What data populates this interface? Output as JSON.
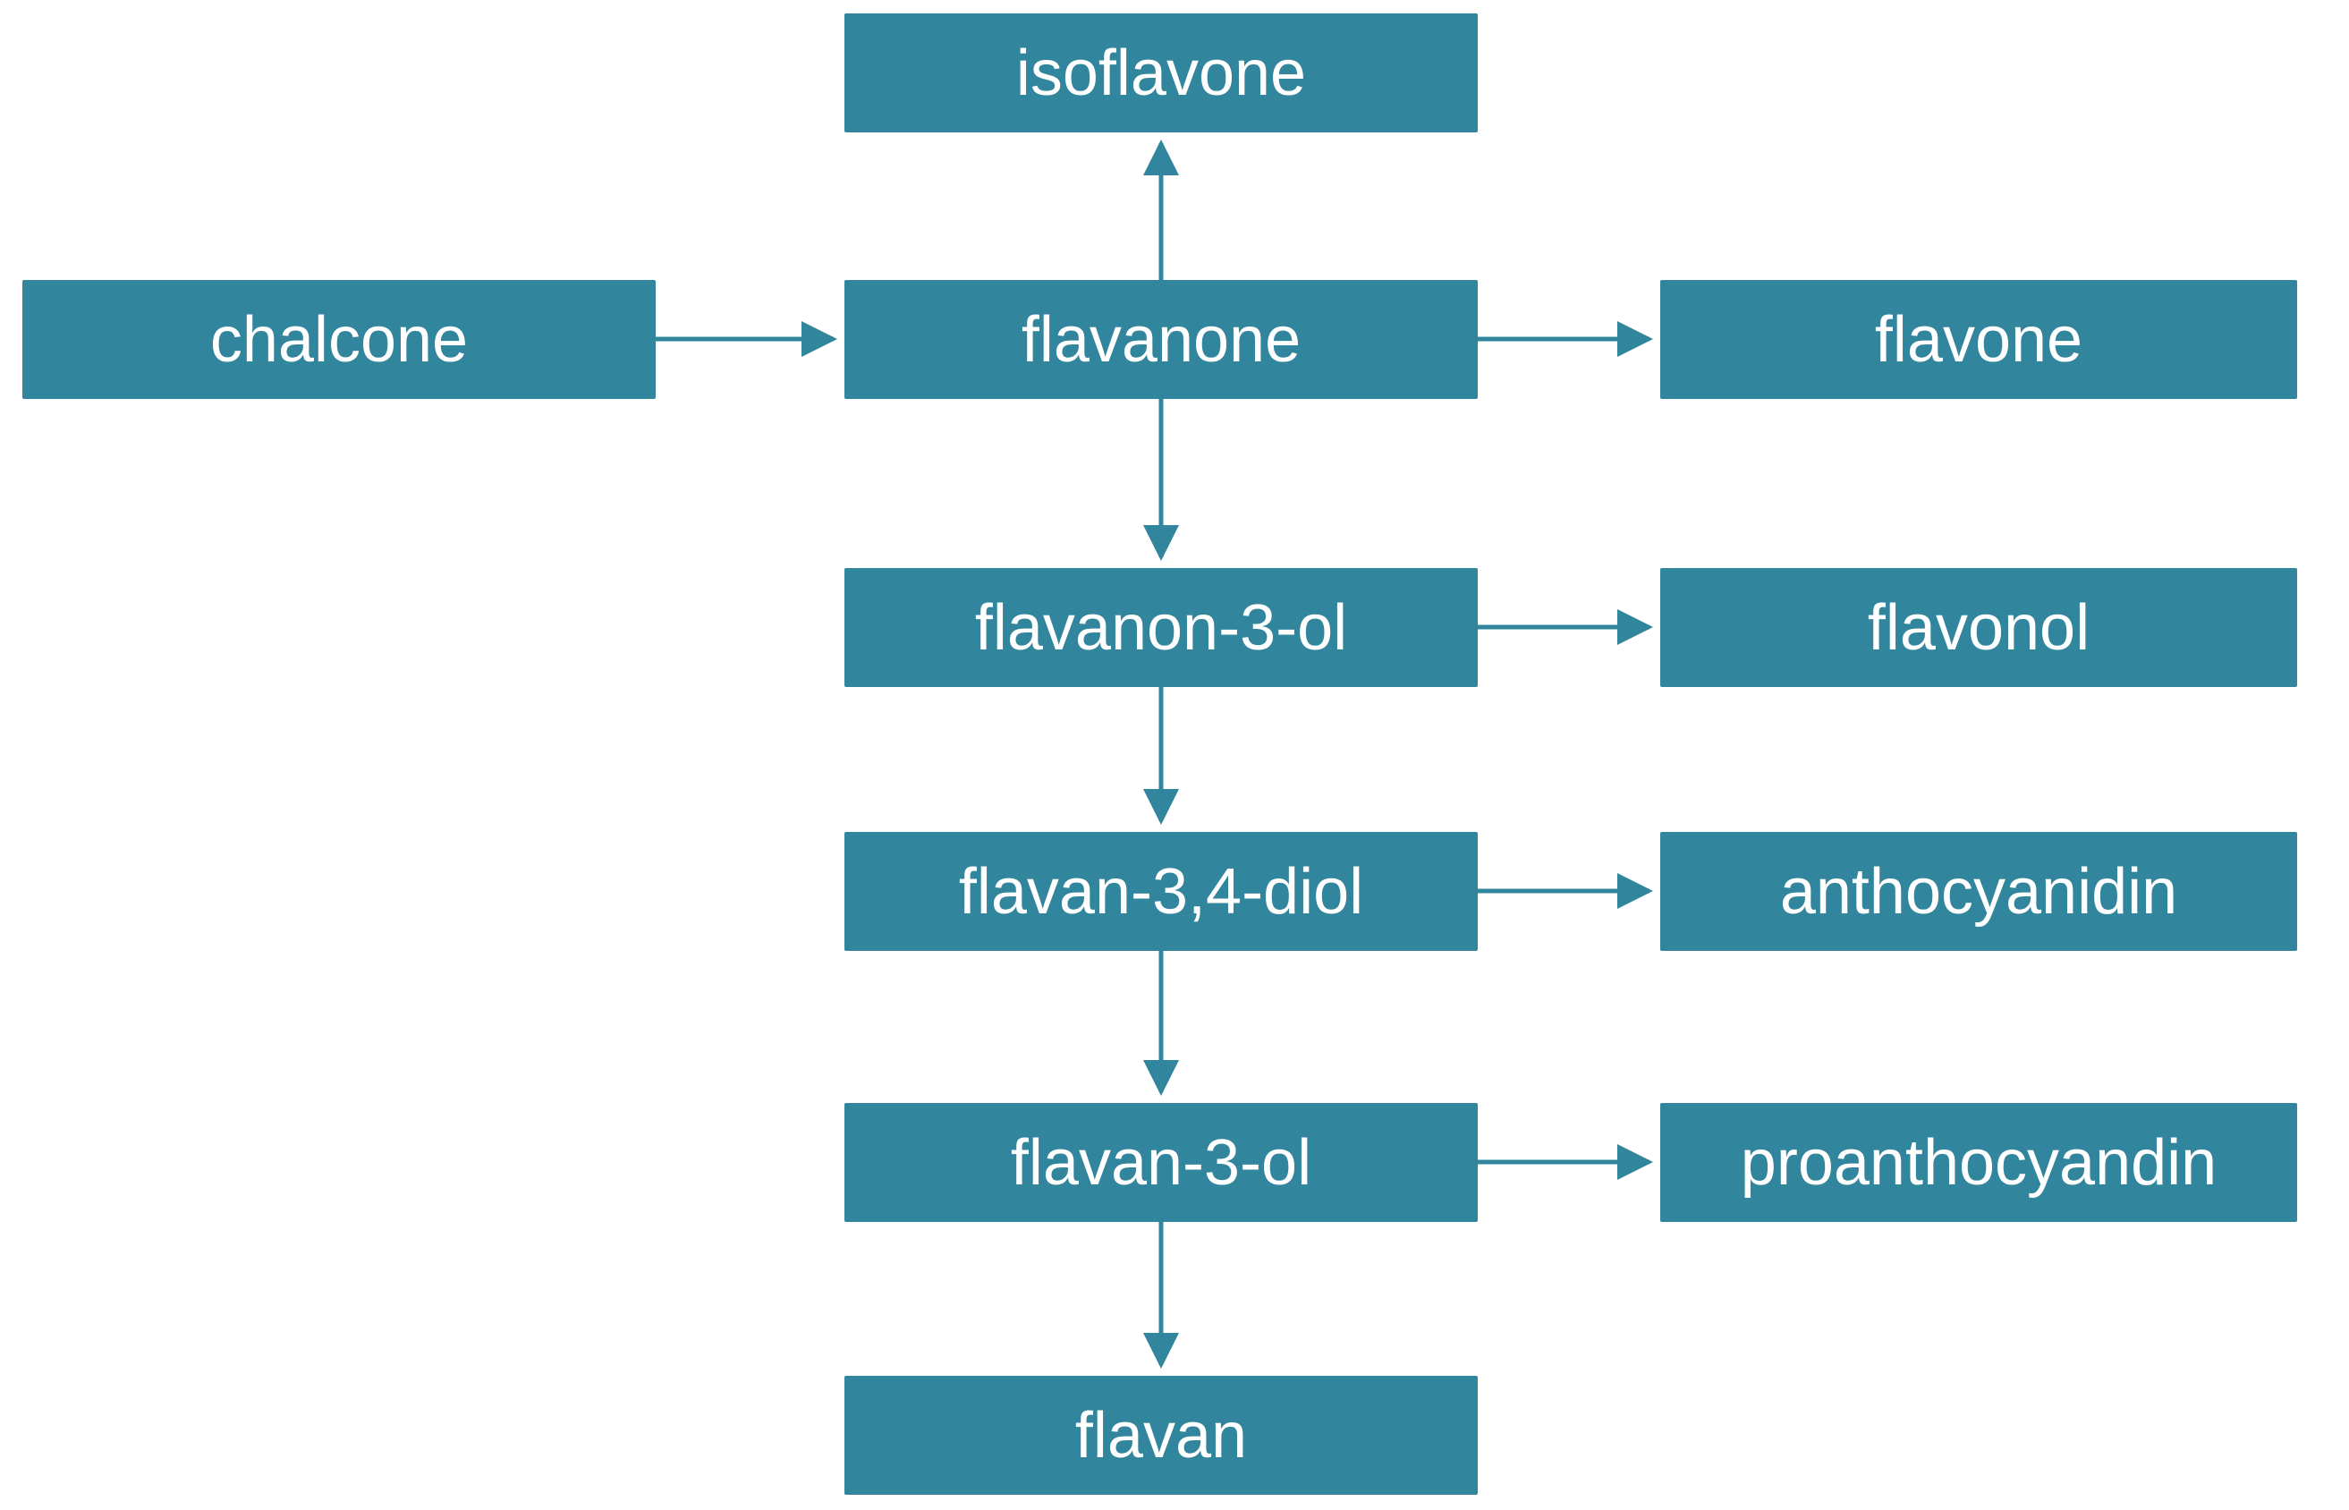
{
  "diagram": {
    "type": "flowchart",
    "nodes": [
      {
        "id": "isoflavone",
        "label": "isoflavone"
      },
      {
        "id": "chalcone",
        "label": "chalcone"
      },
      {
        "id": "flavanone",
        "label": "flavanone"
      },
      {
        "id": "flavone",
        "label": "flavone"
      },
      {
        "id": "flavanon-3-ol",
        "label": "flavanon-3-ol"
      },
      {
        "id": "flavonol",
        "label": "flavonol"
      },
      {
        "id": "flavan-3-4-diol",
        "label": "flavan-3,4-diol"
      },
      {
        "id": "anthocyanidin",
        "label": "anthocyanidin"
      },
      {
        "id": "flavan-3-ol",
        "label": "flavan-3-ol"
      },
      {
        "id": "proanthocyandin",
        "label": "proanthocyandin"
      },
      {
        "id": "flavan",
        "label": "flavan"
      }
    ],
    "edges": [
      {
        "from": "flavanone",
        "to": "isoflavone"
      },
      {
        "from": "chalcone",
        "to": "flavanone"
      },
      {
        "from": "flavanone",
        "to": "flavone"
      },
      {
        "from": "flavanone",
        "to": "flavanon-3-ol"
      },
      {
        "from": "flavanon-3-ol",
        "to": "flavonol"
      },
      {
        "from": "flavanon-3-ol",
        "to": "flavan-3-4-diol"
      },
      {
        "from": "flavan-3-4-diol",
        "to": "anthocyanidin"
      },
      {
        "from": "flavan-3-4-diol",
        "to": "flavan-3-ol"
      },
      {
        "from": "flavan-3-ol",
        "to": "proanthocyandin"
      },
      {
        "from": "flavan-3-ol",
        "to": "flavan"
      }
    ],
    "colors": {
      "box_fill": "#31859C",
      "arrow": "#31859C",
      "text": "#FFFFFF",
      "background": "#FFFFFF"
    }
  }
}
